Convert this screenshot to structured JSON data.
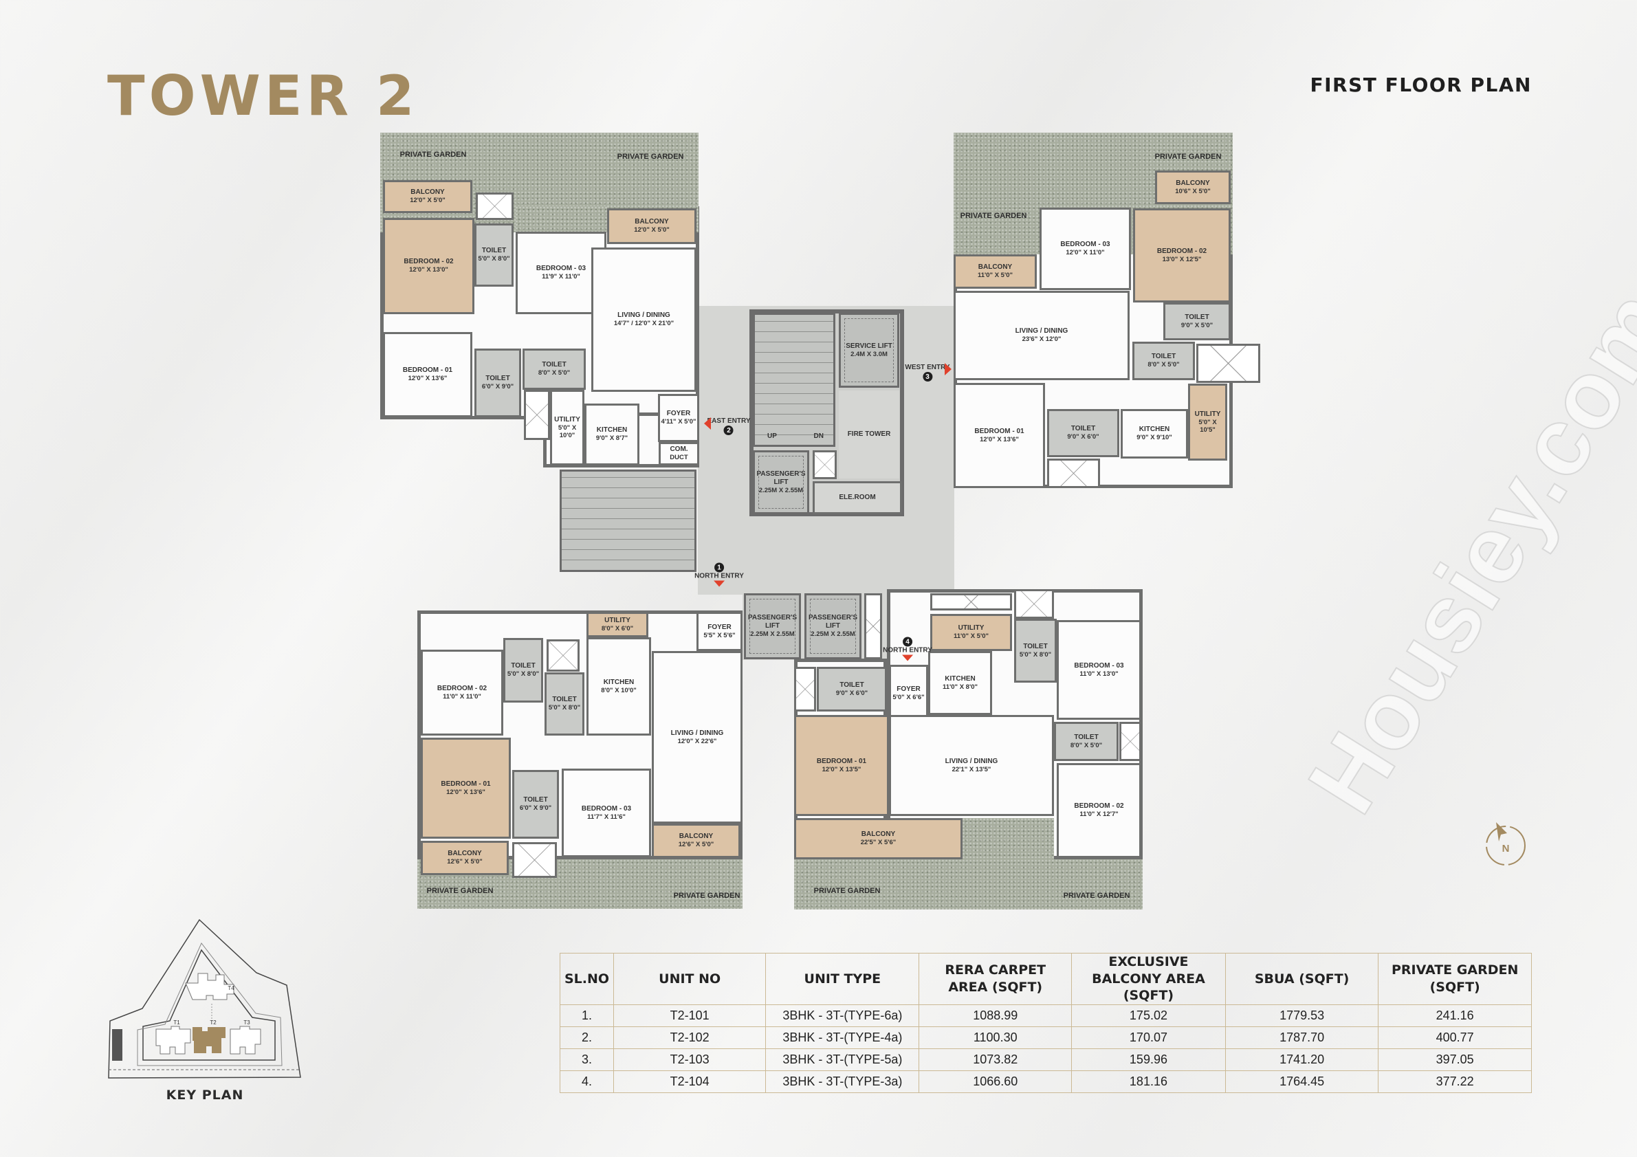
{
  "header": {
    "title": "TOWER 2",
    "plan_title": "FIRST FLOOR PLAN"
  },
  "watermark": "Housiey.com",
  "colors": {
    "accent_gold": "#a38a60",
    "garden": "#a8ae9f",
    "wood_floor": "#dcc3a6",
    "wall": "#6e6f6e",
    "entry_arrow": "#e0412c",
    "table_border": "#cbb995"
  },
  "floor_plan": {
    "units": [
      {
        "garden_labels": [
          "PRIVATE GARDEN",
          "PRIVATE GARDEN"
        ],
        "rooms": [
          {
            "name": "BALCONY",
            "dims": "12'0\" X 5'0\""
          },
          {
            "name": "BEDROOM - 02",
            "dims": "12'0\" X 13'0\""
          },
          {
            "name": "TOILET",
            "dims": "5'0\" X 8'0\""
          },
          {
            "name": "BEDROOM - 03",
            "dims": "11'9\" X 11'0\""
          },
          {
            "name": "BALCONY",
            "dims": "12'0\" X 5'0\""
          },
          {
            "name": "LIVING / DINING",
            "dims": "14'7\" / 12'0\" X 21'0\""
          },
          {
            "name": "BEDROOM - 01",
            "dims": "12'0\" X 13'6\""
          },
          {
            "name": "TOILET",
            "dims": "6'0\" X 9'0\""
          },
          {
            "name": "TOILET",
            "dims": "8'0\" X 5'0\""
          },
          {
            "name": "UTILITY",
            "dims": "5'0\" X 10'0\""
          },
          {
            "name": "KITCHEN",
            "dims": "9'0\" X 8'7\""
          },
          {
            "name": "FOYER",
            "dims": "4'11\" X 5'0\""
          },
          {
            "name": "COM.",
            "dims": "DUCT"
          }
        ]
      },
      {
        "garden_labels": [
          "PRIVATE GARDEN",
          "PRIVATE GARDEN"
        ],
        "rooms": [
          {
            "name": "BALCONY",
            "dims": "10'6\" X 5'0\""
          },
          {
            "name": "BEDROOM - 03",
            "dims": "12'0\" X 11'0\""
          },
          {
            "name": "BEDROOM - 02",
            "dims": "13'0\" X 12'5\""
          },
          {
            "name": "BALCONY",
            "dims": "11'0\" X 5'0\""
          },
          {
            "name": "LIVING / DINING",
            "dims": "23'6\" X 12'0\""
          },
          {
            "name": "TOILET",
            "dims": "9'0\" X 5'0\""
          },
          {
            "name": "TOILET",
            "dims": "8'0\" X 5'0\""
          },
          {
            "name": "UTILITY",
            "dims": "5'0\" X 10'5\""
          },
          {
            "name": "KITCHEN",
            "dims": "9'0\" X 9'10\""
          },
          {
            "name": "TOILET",
            "dims": "9'0\" X 6'0\""
          },
          {
            "name": "BEDROOM - 01",
            "dims": "12'0\" X 13'6\""
          }
        ]
      },
      {
        "garden_labels": [
          "PRIVATE GARDEN",
          "PRIVATE GARDEN"
        ],
        "rooms": [
          {
            "name": "UTILITY",
            "dims": "8'0\" X 6'0\""
          },
          {
            "name": "FOYER",
            "dims": "5'5\" X 5'6\""
          },
          {
            "name": "TOILET",
            "dims": "5'0\" X 8'0\""
          },
          {
            "name": "BEDROOM - 02",
            "dims": "11'0\" X 11'0\""
          },
          {
            "name": "TOILET",
            "dims": "5'0\" X 8'0\""
          },
          {
            "name": "KITCHEN",
            "dims": "8'0\" X 10'0\""
          },
          {
            "name": "LIVING / DINING",
            "dims": "12'0\" X 22'6\""
          },
          {
            "name": "BEDROOM - 01",
            "dims": "12'0\" X 13'6\""
          },
          {
            "name": "TOILET",
            "dims": "6'0\" X 9'0\""
          },
          {
            "name": "BEDROOM - 03",
            "dims": "11'7\" X 11'6\""
          },
          {
            "name": "BALCONY",
            "dims": "12'6\" X 5'0\""
          },
          {
            "name": "BALCONY",
            "dims": "12'6\" X 5'0\""
          }
        ]
      },
      {
        "garden_labels": [
          "PRIVATE GARDEN",
          "PRIVATE GARDEN"
        ],
        "rooms": [
          {
            "name": "UTILITY",
            "dims": "11'0\" X 5'0\""
          },
          {
            "name": "TOILET",
            "dims": "5'0\" X 8'0\""
          },
          {
            "name": "BEDROOM - 03",
            "dims": "11'0\" X 13'0\""
          },
          {
            "name": "KITCHEN",
            "dims": "11'0\" X 8'0\""
          },
          {
            "name": "TOILET",
            "dims": "9'0\" X 6'0\""
          },
          {
            "name": "FOYER",
            "dims": "5'0\" X 6'6\""
          },
          {
            "name": "LIVING / DINING",
            "dims": "22'1\" X 13'5\""
          },
          {
            "name": "TOILET",
            "dims": "8'0\" X 5'0\""
          },
          {
            "name": "BEDROOM - 02",
            "dims": "11'0\" X 12'7\""
          },
          {
            "name": "BEDROOM - 01",
            "dims": "12'0\" X 13'5\""
          },
          {
            "name": "BALCONY",
            "dims": "22'5\" X 5'6\""
          }
        ]
      }
    ],
    "core": {
      "stair_up": "UP",
      "stair_down": "DN",
      "service_lift": {
        "name": "SERVICE LIFT",
        "dims": "2.4M X 3.0M"
      },
      "fire_tower": "FIRE TOWER",
      "ele_room": "ELE.ROOM",
      "passenger_lifts": [
        {
          "name": "PASSENGER'S",
          "sub": "LIFT",
          "dims": "2.25M X 2.55M"
        },
        {
          "name": "PASSENGER'S",
          "sub": "LIFT",
          "dims": "2.25M X 2.55M"
        },
        {
          "name": "PASSENGER'S",
          "sub": "LIFT",
          "dims": "2.25M X 2.55M"
        }
      ]
    },
    "entries": [
      {
        "number": "2",
        "label": "EAST ENTRY",
        "arrow": "left"
      },
      {
        "number": "3",
        "label": "WEST ENTRY",
        "arrow": "right"
      },
      {
        "number": "1",
        "label": "NORTH ENTRY",
        "arrow": "down"
      },
      {
        "number": "4",
        "label": "NORTH ENTRY",
        "arrow": "down"
      }
    ]
  },
  "compass": {
    "label": "N"
  },
  "key_plan": {
    "label": "KEY PLAN",
    "towers": [
      "T1",
      "T2",
      "T3",
      "T4"
    ],
    "highlighted": "T2"
  },
  "table": {
    "headers": [
      "SL.NO",
      "UNIT NO",
      "UNIT TYPE",
      "RERA CARPET AREA (SQFT)",
      "EXCLUSIVE BALCONY AREA (SQFT)",
      "SBUA (SQFT)",
      "PRIVATE GARDEN (SQFT)"
    ],
    "rows": [
      [
        "1.",
        "T2-101",
        "3BHK - 3T-(TYPE-6a)",
        "1088.99",
        "175.02",
        "1779.53",
        "241.16"
      ],
      [
        "2.",
        "T2-102",
        "3BHK - 3T-(TYPE-4a)",
        "1100.30",
        "170.07",
        "1787.70",
        "400.77"
      ],
      [
        "3.",
        "T2-103",
        "3BHK - 3T-(TYPE-5a)",
        "1073.82",
        "159.96",
        "1741.20",
        "397.05"
      ],
      [
        "4.",
        "T2-104",
        "3BHK - 3T-(TYPE-3a)",
        "1066.60",
        "181.16",
        "1764.45",
        "377.22"
      ]
    ]
  }
}
